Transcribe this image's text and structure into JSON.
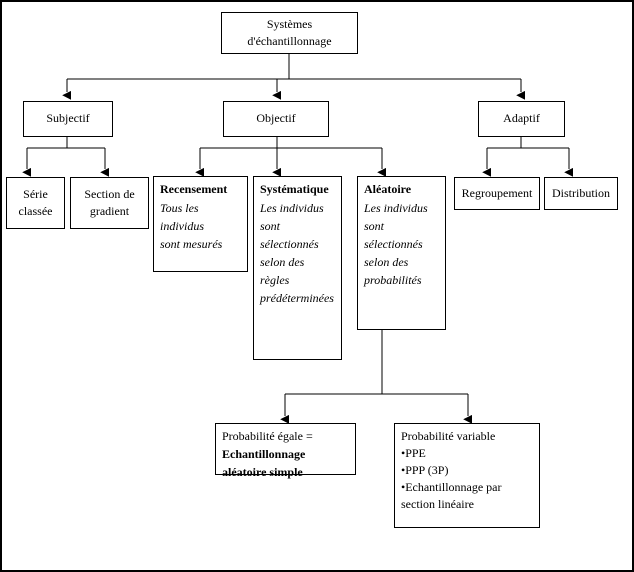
{
  "diagram": {
    "title": "Systèmes d'échantillonnage",
    "language": "fr",
    "type": "hierarchy-flowchart",
    "nodes": {
      "root": {
        "line1": "Systèmes",
        "line2": "d'échantillonnage"
      },
      "subjectif": {
        "label": "Subjectif"
      },
      "objectif": {
        "label": "Objectif"
      },
      "adaptif": {
        "label": "Adaptif"
      },
      "serie_classee": {
        "line1": "Série",
        "line2": "classée"
      },
      "section_gradient": {
        "line1": "Section de",
        "line2": "gradient"
      },
      "recensement": {
        "header": "Recensement",
        "desc1": "Tous les individus",
        "desc2": "sont mesurés"
      },
      "systematique": {
        "header": "Systématique",
        "desc1": "Les individus",
        "desc2": "sont sélectionnés",
        "desc3": "selon des règles",
        "desc4": "prédéterminées"
      },
      "aleatoire": {
        "header": "Aléatoire",
        "desc1": "Les individus",
        "desc2": "sont sélectionnés",
        "desc3": "selon des",
        "desc4": "probabilités"
      },
      "regroupement": {
        "label": "Regroupement"
      },
      "distribution": {
        "label": "Distribution"
      },
      "proba_egale": {
        "line1": "Probabilité égale =",
        "bold1": "Echantillonnage",
        "bold2": "aléatoire simple"
      },
      "proba_variable": {
        "line1": "Probabilité variable",
        "bullet1": "PPE",
        "bullet2": "PPP (3P)",
        "bullet3": "Echantillonnage par",
        "bullet3_cont": "section linéaire"
      }
    },
    "colors": {
      "line": "#000000",
      "box_fill": "#ffffff",
      "text": "#000000",
      "page_border": "#000000"
    }
  }
}
